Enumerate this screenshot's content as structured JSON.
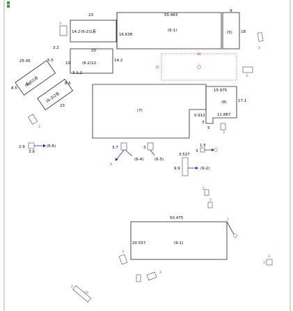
{
  "rooms": [
    {
      "id": "room-6-2-1",
      "label": "(6-2)1층"
    },
    {
      "id": "room-6-1",
      "label": "(6-1)"
    },
    {
      "id": "room-5",
      "label": "(5)"
    },
    {
      "id": "room-6-2-12",
      "label": "(6-2)12"
    },
    {
      "id": "room-6-3-1",
      "label": "(6-3)1층"
    },
    {
      "id": "room-6-3-2",
      "label": "(6-3)2층"
    },
    {
      "id": "room-7",
      "label": "(7)"
    },
    {
      "id": "room-8",
      "label": "(8)"
    },
    {
      "id": "room-9-1",
      "label": "(9-1)"
    }
  ],
  "arrow_labels": {
    "a66": "(6-6)",
    "a64": "(6-4)",
    "a65": "(6-5)",
    "a92": "(9-2)"
  },
  "dimensions": {
    "d_23": "23",
    "d_55463": "55.463",
    "d_9": "9",
    "d_142a": "14.2",
    "d_16638": "16.638",
    "d_18": "18",
    "d_142b": "14.2",
    "d_20": "20",
    "d_3a": "3",
    "d_10": "10",
    "d_312": "3 1.2",
    "d_2545": "25.45",
    "d_55": "5.5",
    "d_32": "3.2",
    "d_85a": "8.5",
    "d_10b": "10",
    "d_85b": "8.5",
    "d_23b": "23",
    "d_29": "2.9",
    "d_39": "3.9",
    "d_15": "15",
    "d_40": "40",
    "d_15975": "15.975",
    "d_171": "17.1",
    "d_11887": "11.887",
    "d_0912": "0.912",
    "d_3b": "3",
    "d_5": "5",
    "d_37": "3.7",
    "d_3c": "3",
    "d_15b": "1.5",
    "d_3527": "3.527",
    "d_99": "9.9",
    "d_50475": "50.475",
    "d_20557": "20.557",
    "d_1": "1",
    "d_3d": "3"
  },
  "colors": {
    "wall": "#222222",
    "annotation_red": "#c8202a",
    "arrow_blue": "#1a2aa8",
    "dashed_outline": "#c8202a"
  }
}
